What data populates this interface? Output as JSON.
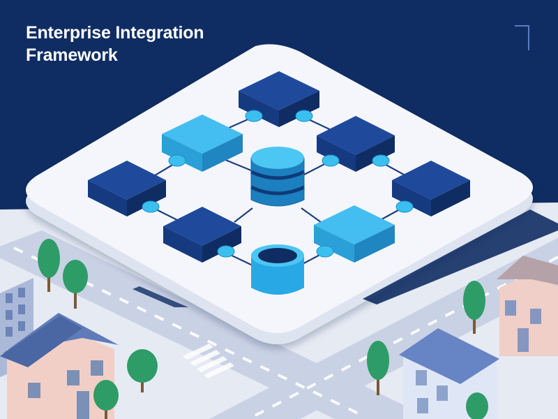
{
  "title": {
    "line1": "Enterprise Integration",
    "line2": "Framework"
  },
  "colors": {
    "background_navy": "#0f2d63",
    "platform": "#f4f6fb",
    "module_dark": "#1f4a9c",
    "module_light": "#37b2ec",
    "connector": "#3bbfee",
    "database": "#29a8e6",
    "street": "#c9d1e4",
    "tree": "#2e9c67"
  },
  "diagram": {
    "icons": [
      "module-block",
      "module-block",
      "module-block",
      "module-block",
      "module-block",
      "module-block",
      "module-block",
      "module-block",
      "database-icon",
      "storage-cylinder-icon",
      "connector-node",
      "tree-icon",
      "house-icon",
      "office-building-icon",
      "corner-bracket-icon"
    ]
  }
}
